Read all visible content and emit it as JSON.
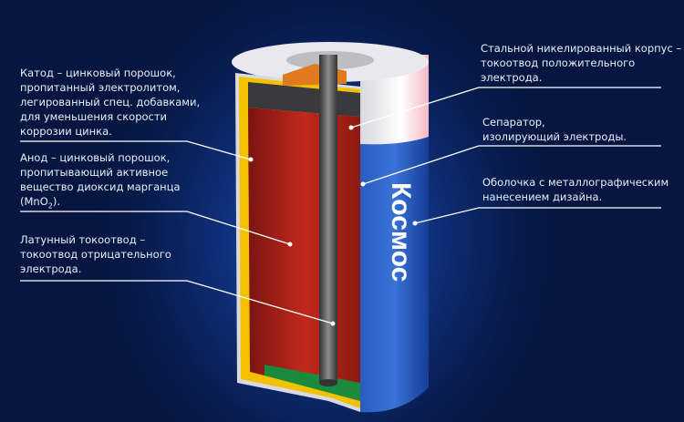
{
  "labels": {
    "cathode": "Катод – цинковый порошок,\nпропитанный электролитом,\nлегированный спец. добавками,\nдля уменьшения скорости\nкоррозии цинка.",
    "anode_line1": "Анод – цинковый порошок,\nпропитывающий активное\nвещество диоксид марганца",
    "anode_formula_prefix": "(MnO",
    "anode_formula_sub": "2",
    "anode_formula_suffix": ").",
    "collector": "Латунный токоотвод –\nтокоотвод отрицательного\nэлектрода.",
    "case": "Стальной никелированный корпус –\nтокоотвод положительного\nэлектрода.",
    "separator": "Сепаратор,\nизолирующий электроды.",
    "shell": "Оболочка с металлографическим\nнанесением дизайна."
  },
  "battery": {
    "logo_text": "Космос",
    "colors": {
      "shell": "#1f4fb0",
      "cathode": "#b3231c",
      "separator": "#f2c200",
      "rod": "#5a5a5a",
      "top": "#e9e9ee"
    }
  }
}
